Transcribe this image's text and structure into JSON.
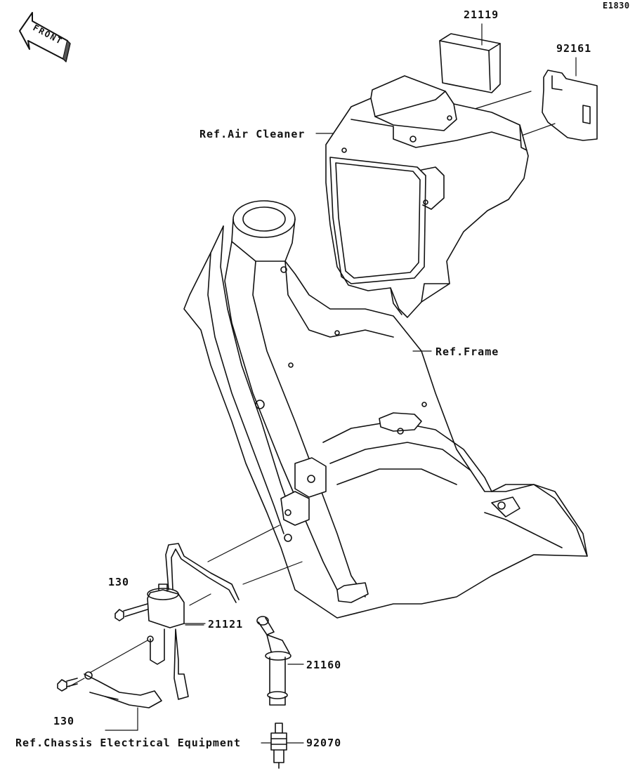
{
  "diagram": {
    "code": "E1830",
    "front_marker": "FRONT",
    "parts": {
      "p21119": "21119",
      "p92161": "92161",
      "p130_top": "130",
      "p21121": "21121",
      "p21160": "21160",
      "p130_bottom": "130",
      "p92070": "92070"
    },
    "references": {
      "air_cleaner": "Ref.Air Cleaner",
      "frame": "Ref.Frame",
      "chassis_electrical": "Ref.Chassis Electrical Equipment"
    }
  }
}
